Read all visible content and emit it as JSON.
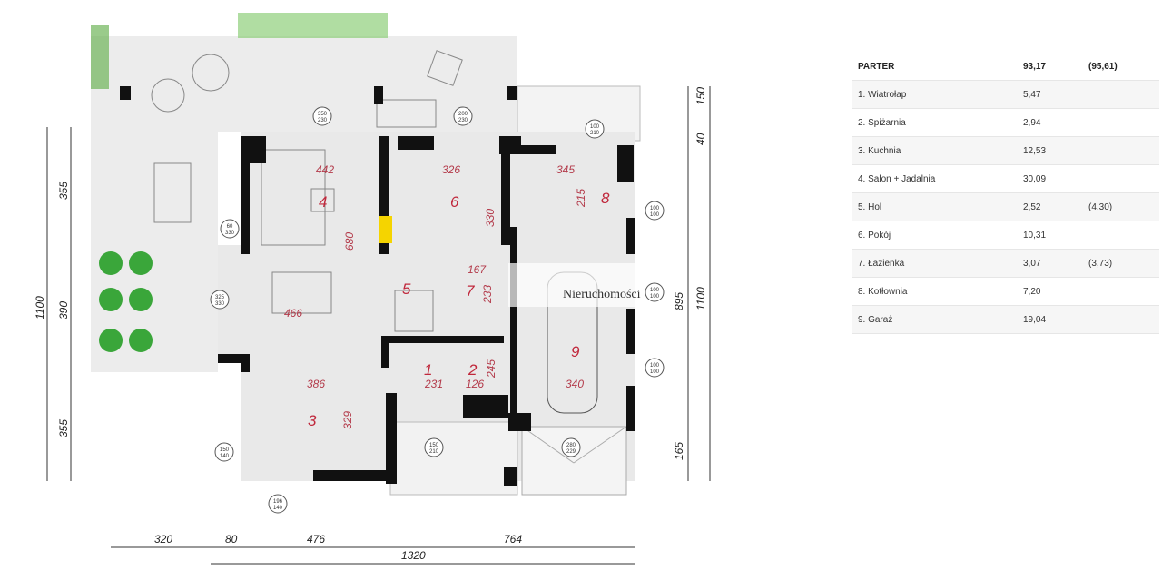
{
  "area_table": {
    "header": {
      "name": "PARTER",
      "area": "93,17",
      "area_alt": "(95,61)"
    },
    "rows": [
      {
        "name": "1. Wiatrołap",
        "area": "5,47",
        "area_alt": ""
      },
      {
        "name": "2. Spiżarnia",
        "area": "2,94",
        "area_alt": ""
      },
      {
        "name": "3. Kuchnia",
        "area": "12,53",
        "area_alt": ""
      },
      {
        "name": "4. Salon + Jadalnia",
        "area": "30,09",
        "area_alt": ""
      },
      {
        "name": "5. Hol",
        "area": "2,52",
        "area_alt": "(4,30)"
      },
      {
        "name": "6. Pokój",
        "area": "10,31",
        "area_alt": ""
      },
      {
        "name": "7. Łazienka",
        "area": "3,07",
        "area_alt": "(3,73)"
      },
      {
        "name": "8. Kotłownia",
        "area": "7,20",
        "area_alt": ""
      },
      {
        "name": "9. Garaż",
        "area": "19,04",
        "area_alt": ""
      }
    ]
  },
  "plan": {
    "rooms": [
      "1",
      "2",
      "3",
      "4",
      "5",
      "6",
      "7",
      "8",
      "9"
    ],
    "room_dims": [
      "442",
      "326",
      "345",
      "215",
      "680",
      "330",
      "167",
      "233",
      "466",
      "386",
      "231",
      "126",
      "245",
      "340",
      "329"
    ],
    "outer_dims": {
      "bottom": [
        "320",
        "80",
        "476",
        "764"
      ],
      "bottom_total": "1320",
      "left": [
        "355",
        "390",
        "355"
      ],
      "left_total": "1100",
      "right": [
        "150",
        "40",
        "895",
        "165"
      ],
      "right_total": "1100"
    },
    "window_tags": [
      [
        "350",
        "230"
      ],
      [
        "200",
        "230"
      ],
      [
        "100",
        "210"
      ],
      [
        "100",
        "100"
      ],
      [
        "100",
        "100"
      ],
      [
        "100",
        "100"
      ],
      [
        "60",
        "330"
      ],
      [
        "325",
        "330"
      ],
      [
        "150",
        "140"
      ],
      [
        "196",
        "140"
      ],
      [
        "150",
        "210"
      ],
      [
        "280",
        "229"
      ]
    ],
    "watermark": "Nieruchomości"
  },
  "colors": {
    "wall": "#111111",
    "floor": "#e9e9e9",
    "room_label": "#c0283c",
    "plant": "#3aa63a",
    "fireplace": "#f5d400"
  }
}
